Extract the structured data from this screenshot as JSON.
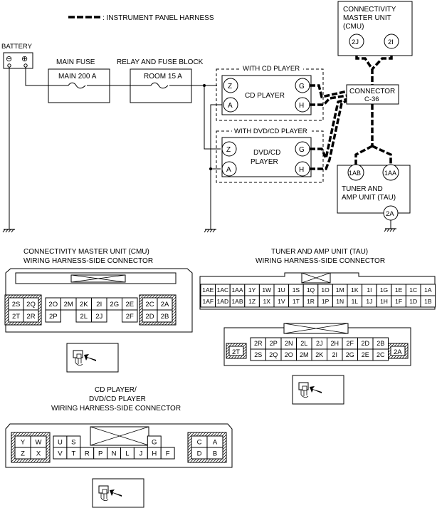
{
  "legend": {
    "text": ": INSTRUMENT PANEL HARNESS"
  },
  "schematic": {
    "battery": "BATTERY",
    "battery_neg": "⊖",
    "battery_pos": "⊕",
    "main_fuse_title": "MAIN FUSE",
    "main_fuse": "MAIN 200 A",
    "relay_block_title": "RELAY AND FUSE BLOCK",
    "room_fuse": "ROOM 15 A",
    "with_cd": "WITH CD PLAYER",
    "cd_player": "CD PLAYER",
    "with_dvd": "WITH DVD/CD PLAYER",
    "dvd_line1": "DVD/CD",
    "dvd_line2": "PLAYER",
    "pin_z": "Z",
    "pin_a": "A",
    "pin_g": "G",
    "pin_h": "H",
    "connector_title": "CONNECTOR",
    "connector_id": "C-36",
    "cmu_line1": "CONNECTIVITY",
    "cmu_line2": "MASTER UNIT",
    "cmu_line3": "(CMU)",
    "cmu_pin_1": "2J",
    "cmu_pin_2": "2I",
    "tau_pin_1": "1AB",
    "tau_pin_2": "1AA",
    "tau_line1": "TUNER AND",
    "tau_line2": "AMP UNIT (TAU)",
    "tau_pin_3": "2A"
  },
  "cmu_connector": {
    "title_line1": "CONNECTIVITY MASTER UNIT (CMU)",
    "title_line2": "WIRING HARNESS-SIDE CONNECTOR",
    "left_top": [
      "2S",
      "2Q"
    ],
    "left_bottom": [
      "2T",
      "2R"
    ],
    "mid_top": [
      "2O",
      "2M",
      "2K",
      "2I",
      "2G",
      "2E"
    ],
    "mid_bottom": [
      "2P",
      "",
      "2L",
      "2J",
      "",
      "2F"
    ],
    "right_top": [
      "2C",
      "2A"
    ],
    "right_bottom": [
      "2D",
      "2B"
    ]
  },
  "tau_connector": {
    "title_line1": "TUNER AND AMP UNIT (TAU)",
    "title_line2": "WIRING HARNESS-SIDE CONNECTOR",
    "row1": [
      "1AE",
      "1AC",
      "1AA",
      "1Y",
      "1W",
      "1U",
      "1S",
      "1Q",
      "1O",
      "1M",
      "1K",
      "1I",
      "1G",
      "1E",
      "1C",
      "1A"
    ],
    "row2": [
      "1AF",
      "1AD",
      "1AB",
      "1Z",
      "1X",
      "1V",
      "1T",
      "1R",
      "1P",
      "1N",
      "1L",
      "1J",
      "1H",
      "1F",
      "1D",
      "1B"
    ],
    "row3": [
      "2R",
      "2P",
      "2N",
      "2L",
      "2J",
      "2H",
      "2F",
      "2D",
      "2B"
    ],
    "row4": [
      "2S",
      "2Q",
      "2O",
      "2M",
      "2K",
      "2I",
      "2G",
      "2E",
      "2C"
    ],
    "left_pin": "2T",
    "right_pin": "2A"
  },
  "cd_connector": {
    "title_line1": "CD PLAYER/",
    "title_line2": "DVD/CD PLAYER",
    "title_line3": "WIRING HARNESS-SIDE CONNECTOR",
    "left_top": [
      "Y",
      "W"
    ],
    "left_bottom": [
      "Z",
      "X"
    ],
    "mid_top": [
      "U",
      "S",
      "",
      "",
      "",
      "",
      "",
      "G",
      ""
    ],
    "mid_bottom": [
      "V",
      "T",
      "R",
      "P",
      "N",
      "L",
      "J",
      "H",
      "F"
    ],
    "right_top": [
      "C",
      "A"
    ],
    "right_bottom": [
      "D",
      "B"
    ]
  }
}
